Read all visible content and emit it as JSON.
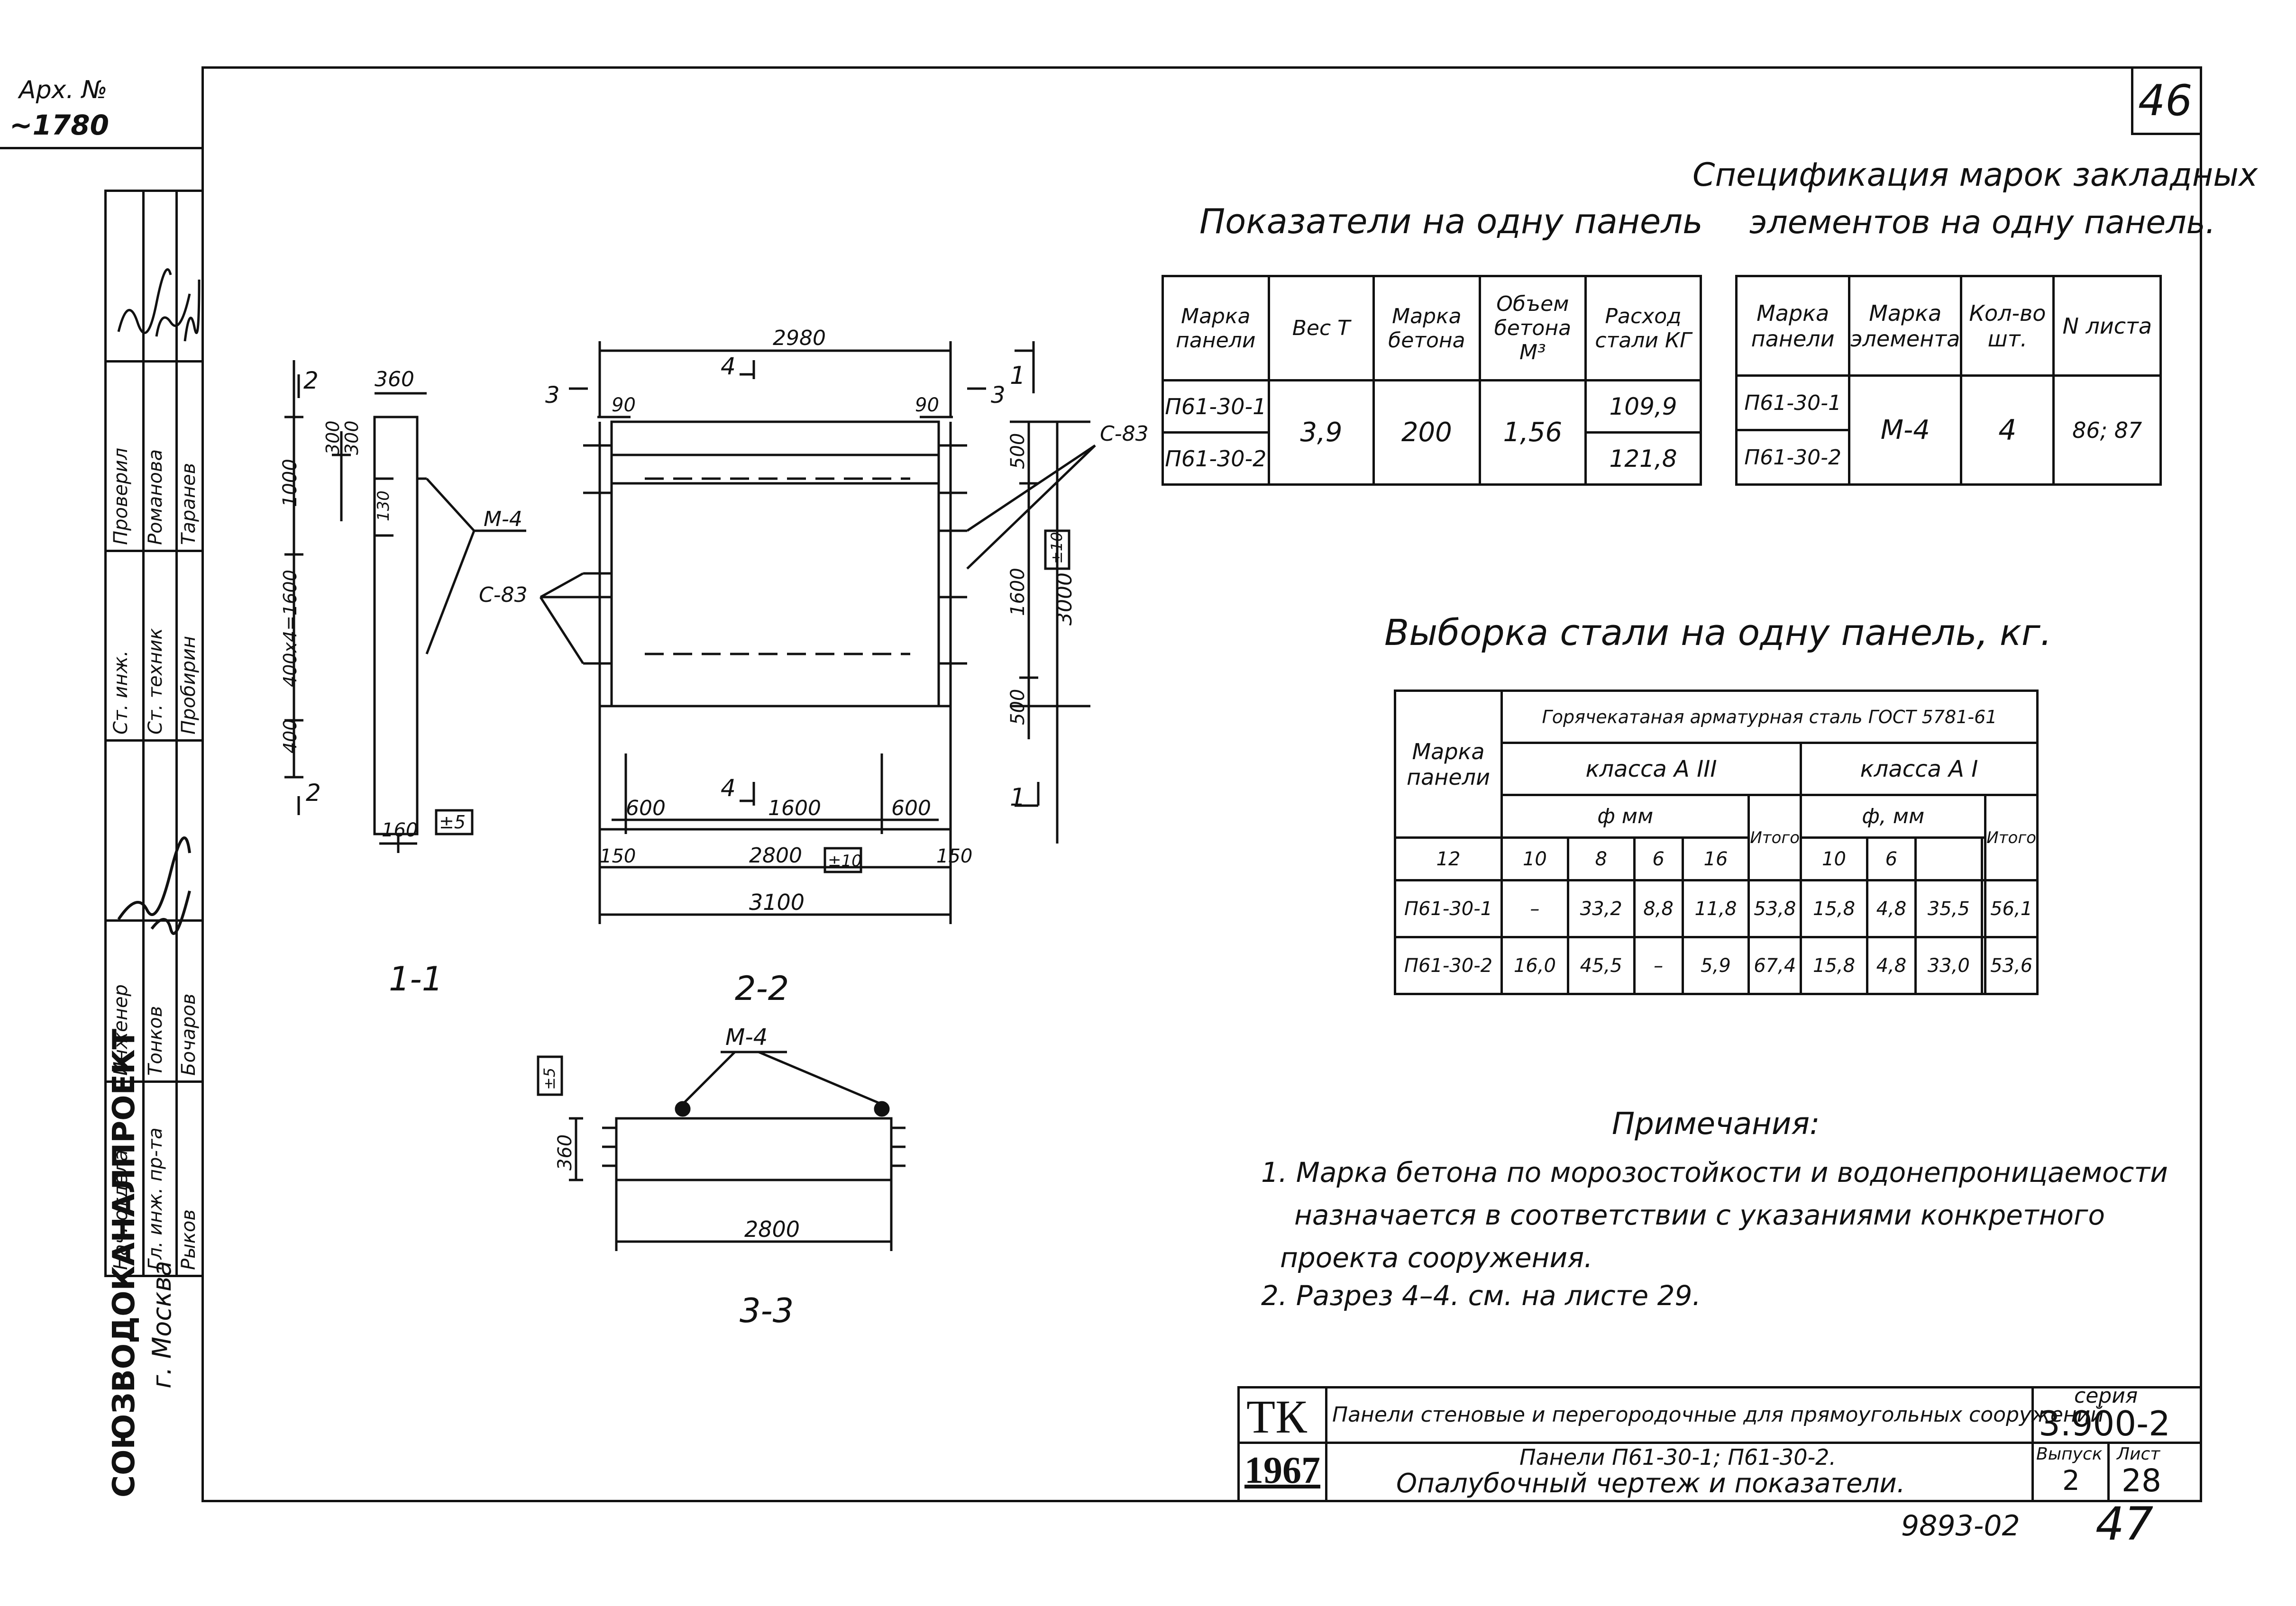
{
  "sheet_corner": "46",
  "left_margin": {
    "arch_label": "Арх. №",
    "arch_num": "~1780",
    "org": "СОЮЗВОДОКАНАЛПРОЕКТ",
    "city": "г. Москва",
    "roles": [
      "Нач. отдела",
      "Гл. инж. пр-та",
      "Ст. инж.",
      "Ст. техник",
      "Проверил",
      "Инженер"
    ],
    "names": [
      "Рыков",
      "Бочаров",
      "Тонков",
      "Пробирин",
      "Романова",
      "Таранев"
    ]
  },
  "indicators": {
    "title": "Показатели на одну панель",
    "headers": [
      "Марка панели",
      "Вес Т",
      "Марка бетона",
      "Объем бетона М³",
      "Расход стали КГ"
    ],
    "rows": [
      {
        "mark": "П61-30-1",
        "weight": "3,9",
        "concrete": "200",
        "volume": "1,56",
        "steel": "109,9"
      },
      {
        "mark": "П61-30-2",
        "weight": "",
        "concrete": "",
        "volume": "",
        "steel": "121,8"
      }
    ]
  },
  "embedded_spec": {
    "title_line1": "Спецификация марок закладных",
    "title_line2": "элементов на одну панель.",
    "headers": [
      "Марка панели",
      "Марка элемента",
      "Кол-во шт.",
      "N листа"
    ],
    "rows": [
      {
        "mark": "П61-30-1",
        "element": "М-4",
        "qty": "4",
        "sheet": "86; 87"
      },
      {
        "mark": "П61-30-2",
        "element": "",
        "qty": "",
        "sheet": ""
      }
    ]
  },
  "steel_selection": {
    "title": "Выборка стали на одну панель, кг.",
    "header_mark": "Марка панели",
    "header_group": "Горячекатаная арматурная сталь ГОСТ 5781-61",
    "class_a3": "класса А III",
    "class_a1": "класса А I",
    "dia_label_a3": "ф мм",
    "dia_label_a1": "ф, мм",
    "total_label": "Итого",
    "dias_a3": [
      "12",
      "10",
      "8",
      "6"
    ],
    "dias_a1": [
      "16",
      "10",
      "6",
      ""
    ],
    "rows": [
      {
        "mark": "П61-30-1",
        "a3": [
          "–",
          "33,2",
          "8,8",
          "11,8"
        ],
        "a3_total": "53,8",
        "a1": [
          "15,8",
          "4,8",
          "35,5",
          ""
        ],
        "a1_total": "56,1"
      },
      {
        "mark": "П61-30-2",
        "a3": [
          "16,0",
          "45,5",
          "–",
          "5,9"
        ],
        "a3_total": "67,4",
        "a1": [
          "15,8",
          "4,8",
          "33,0",
          ""
        ],
        "a1_total": "53,6"
      }
    ]
  },
  "notes": {
    "title": "Примечания:",
    "items": [
      "1. Марка бетона по морозостойкости и водонепроницаемости",
      "назначается в соответствии с указаниями конкретного",
      "проекта сооружения.",
      "2. Разрез 4–4. см. на листе 29."
    ]
  },
  "drawings": {
    "section_1_1": "1-1",
    "section_2_2": "2-2",
    "section_3_3": "3-3",
    "dims": {
      "d2980": "2980",
      "d360": "360",
      "d90a": "90",
      "d90b": "90",
      "d1000": "1000",
      "d300": "300",
      "d300b": "300",
      "d130": "130",
      "d400x4": "400х4=1600",
      "d400": "400",
      "d160": "160",
      "tol5": "±5",
      "d500": "500",
      "d1600": "1600",
      "d3000": "3000",
      "tol10": "±10",
      "d500b": "500",
      "d600": "600",
      "d1600b": "1600",
      "d600b": "600",
      "d150a": "150",
      "d2800": "2800",
      "tol10b": "±10",
      "d150b": "150",
      "d3100": "3100",
      "d360b": "360",
      "tol5b": "±5",
      "d2800b": "2800"
    },
    "marks": {
      "m4": "М-4",
      "m4b": "М-4",
      "c83a": "С-83",
      "c83b": "С-83",
      "s2": "2",
      "s2b": "2",
      "s3a": "3",
      "s3b": "3",
      "s1a": "1",
      "s1b": "1",
      "s4a": "4",
      "s4b": "4"
    }
  },
  "title_block": {
    "tk": "ТК",
    "year": "1967",
    "line1": "Панели стеновые и перегородочные для прямоугольных сооружений",
    "line2": "Панели П61-30-1; П61-30-2.",
    "line3": "Опалубочный чертеж и показатели.",
    "series_label": "серия",
    "series": "3.900-2",
    "issue_label": "Выпуск",
    "issue": "2",
    "sheet_label": "Лист",
    "sheet": "28"
  },
  "bottom_code": "9893-02",
  "bottom_page": "47"
}
